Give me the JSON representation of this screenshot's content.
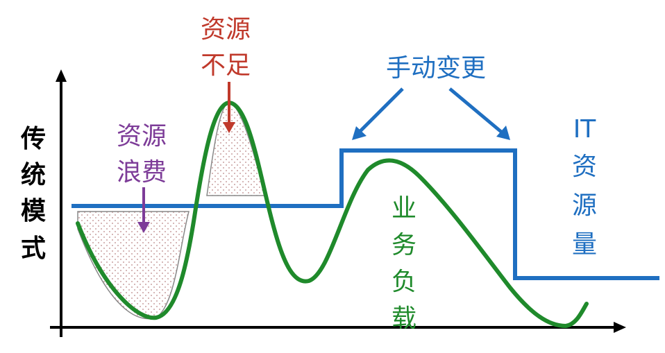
{
  "side_title": [
    "传",
    "统",
    "模",
    "式"
  ],
  "labels": {
    "shortage": [
      "资源",
      "不足"
    ],
    "waste": [
      "资源",
      "浪费"
    ],
    "manual_change": "手动变更",
    "it_resource": [
      "IT",
      "资",
      "源",
      "量"
    ],
    "workload": [
      "业",
      "务",
      "负",
      "载"
    ]
  },
  "colors": {
    "axis": "#000000",
    "it_line": "#1f6fc1",
    "workload": "#1f8a2b",
    "shortage": "#c0392b",
    "waste": "#7d3c98",
    "hatch": "#d9a3a3"
  }
}
